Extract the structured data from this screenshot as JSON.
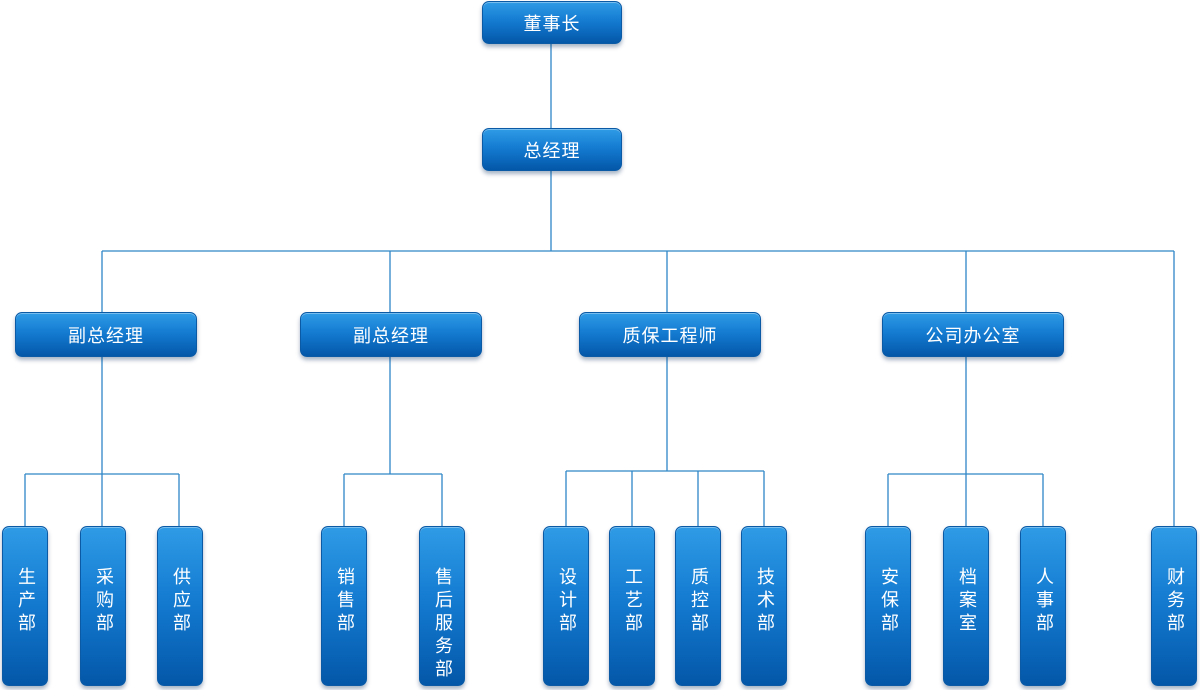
{
  "nodes": {
    "chairman": "董事长",
    "general_manager": "总经理",
    "deputy_gm_1": "副总经理",
    "deputy_gm_2": "副总经理",
    "qa_engineer": "质保工程师",
    "company_office": "公司办公室",
    "production_dept": "生产部",
    "purchasing_dept": "采购部",
    "supply_dept": "供应部",
    "sales_dept": "销售部",
    "after_sales_dept": "售后服务部",
    "design_dept": "设计部",
    "process_dept": "工艺部",
    "quality_control_dept": "质控部",
    "technology_dept": "技术部",
    "security_dept": "安保部",
    "archives_room": "档案室",
    "hr_dept": "人事部",
    "finance_dept": "财务部"
  }
}
